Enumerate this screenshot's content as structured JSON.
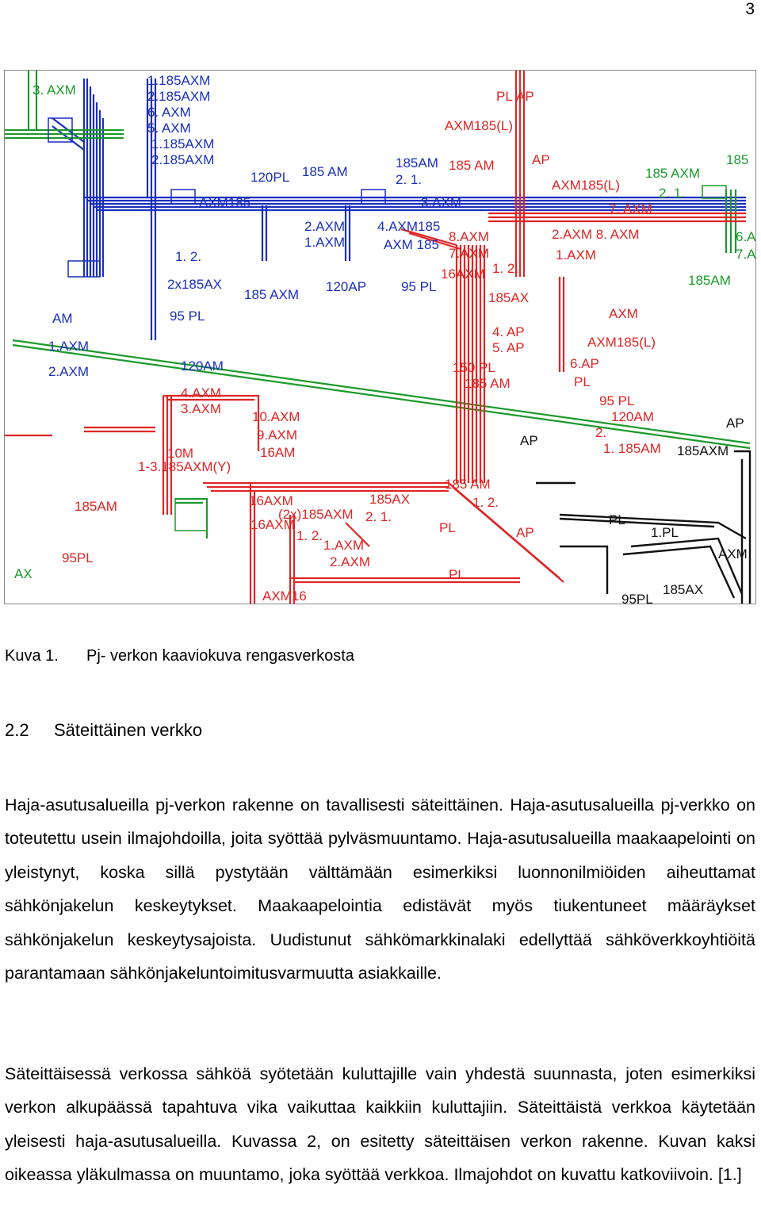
{
  "page_number": "3",
  "figure": {
    "labels": {
      "blue": [
        "1.185AXM",
        "2.185AXM",
        "6. AXM",
        "5. AXM",
        "1.185AXM",
        "2.185AXM",
        "120PL",
        "185 AM",
        "AXM185",
        "185AM",
        "2. 1.",
        "3.AXM",
        "2.AXM",
        "1.AXM",
        "4.AXM185",
        "AXM 185",
        "1. 2.",
        "2x185AX",
        "185 AXM",
        "120AP",
        "95 PL",
        "95 PL",
        "120AM",
        "AM",
        "1.AXM",
        "2.AXM"
      ],
      "red": [
        "PL",
        "AP",
        "AXM185(L)",
        "185 AM",
        "AP",
        "AXM185(L)",
        "8.AXM",
        "7.AXM",
        "16AXM",
        "1. 2.",
        "185AX",
        "2.AXM 8. AXM",
        "1.AXM",
        "7. AXM",
        "AXM",
        "AXM185(L)",
        "4. AP",
        "5. AP",
        "150 PL",
        "185 AM",
        "6.AP",
        "PL",
        "95 PL",
        "120AM",
        "2.",
        "1. 185AM",
        "185 AM",
        "1. 2.",
        "AP",
        "16AXM",
        "4.AXM",
        "3.AXM",
        "10.AXM",
        "9.AXM",
        "16AM",
        "10M",
        "1-3.185AXM(Y)",
        "185AM",
        "95PL",
        "16AXM",
        "(2x)185AXM",
        "185AX",
        "2. 1.",
        "1. 2.",
        "1.AXM",
        "2.AXM",
        "PL",
        "PL",
        "AXM16"
      ],
      "green": [
        "3. AXM",
        "185",
        "185 AXM",
        "2. 1.",
        "6.A",
        "7.A",
        "185AM",
        "AX"
      ],
      "black": [
        "AP",
        "185AXM",
        "PL",
        "1.PL",
        "AXM",
        "185AX",
        "95PL",
        "AP"
      ]
    }
  },
  "caption": {
    "number": "Kuva 1.",
    "text": "Pj- verkon kaaviokuva rengasverkosta"
  },
  "section": {
    "number": "2.2",
    "title": "Säteittäinen verkko"
  },
  "paragraphs": [
    "Haja-asutusalueilla pj-verkon rakenne on tavallisesti säteittäinen. Haja-asutusalueilla pj-verkko on toteutettu usein ilmajohdoilla, joita syöttää pylväsmuuntamo. Haja-asutusalueilla maakaapelointi on yleistynyt, koska sillä pystytään välttämään esimerkiksi luonnonilmiöiden aiheuttamat sähkönjakelun keskeytykset. Maakaapelointia edistävät myös tiukentuneet määräykset sähkönjakelun keskeytysajoista. Uudistunut sähkömarkkinalaki edellyttää sähköverkkoyhtiöitä parantamaan sähkönjakeluntoimitusvarmuutta asiakkaille.",
    "Säteittäisessä verkossa sähköä syötetään kuluttajille vain yhdestä suunnasta, joten esimerkiksi verkon alkupäässä tapahtuva vika vaikuttaa kaikkiin kuluttajiin. Säteittäistä verkkoa käytetään yleisesti haja-asutusalueilla. Kuvassa 2, on esitetty säteittäisen verkon rakenne. Kuvan kaksi oikeassa yläkulmassa on muuntamo, joka syöttää verkkoa. Ilmajohdot on kuvattu katkoviivoin. [1.]"
  ]
}
